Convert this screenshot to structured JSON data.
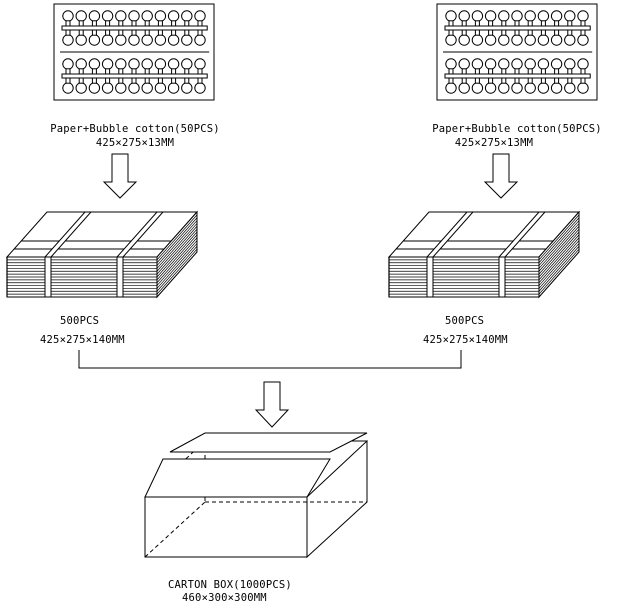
{
  "colors": {
    "line": "#000000",
    "background": "#ffffff"
  },
  "left_tray": {
    "name": "Paper+Bubble cotton(50PCS)",
    "size": "425×275×13MM"
  },
  "right_tray": {
    "name": "Paper+Bubble cotton(50PCS)",
    "size": "425×275×13MM"
  },
  "left_stack": {
    "count": "500PCS",
    "size": "425×275×140MM"
  },
  "right_stack": {
    "count": "500PCS",
    "size": "425×275×140MM"
  },
  "carton": {
    "name": "CARTON BOX(1000PCS)",
    "size": "460×300×300MM"
  }
}
